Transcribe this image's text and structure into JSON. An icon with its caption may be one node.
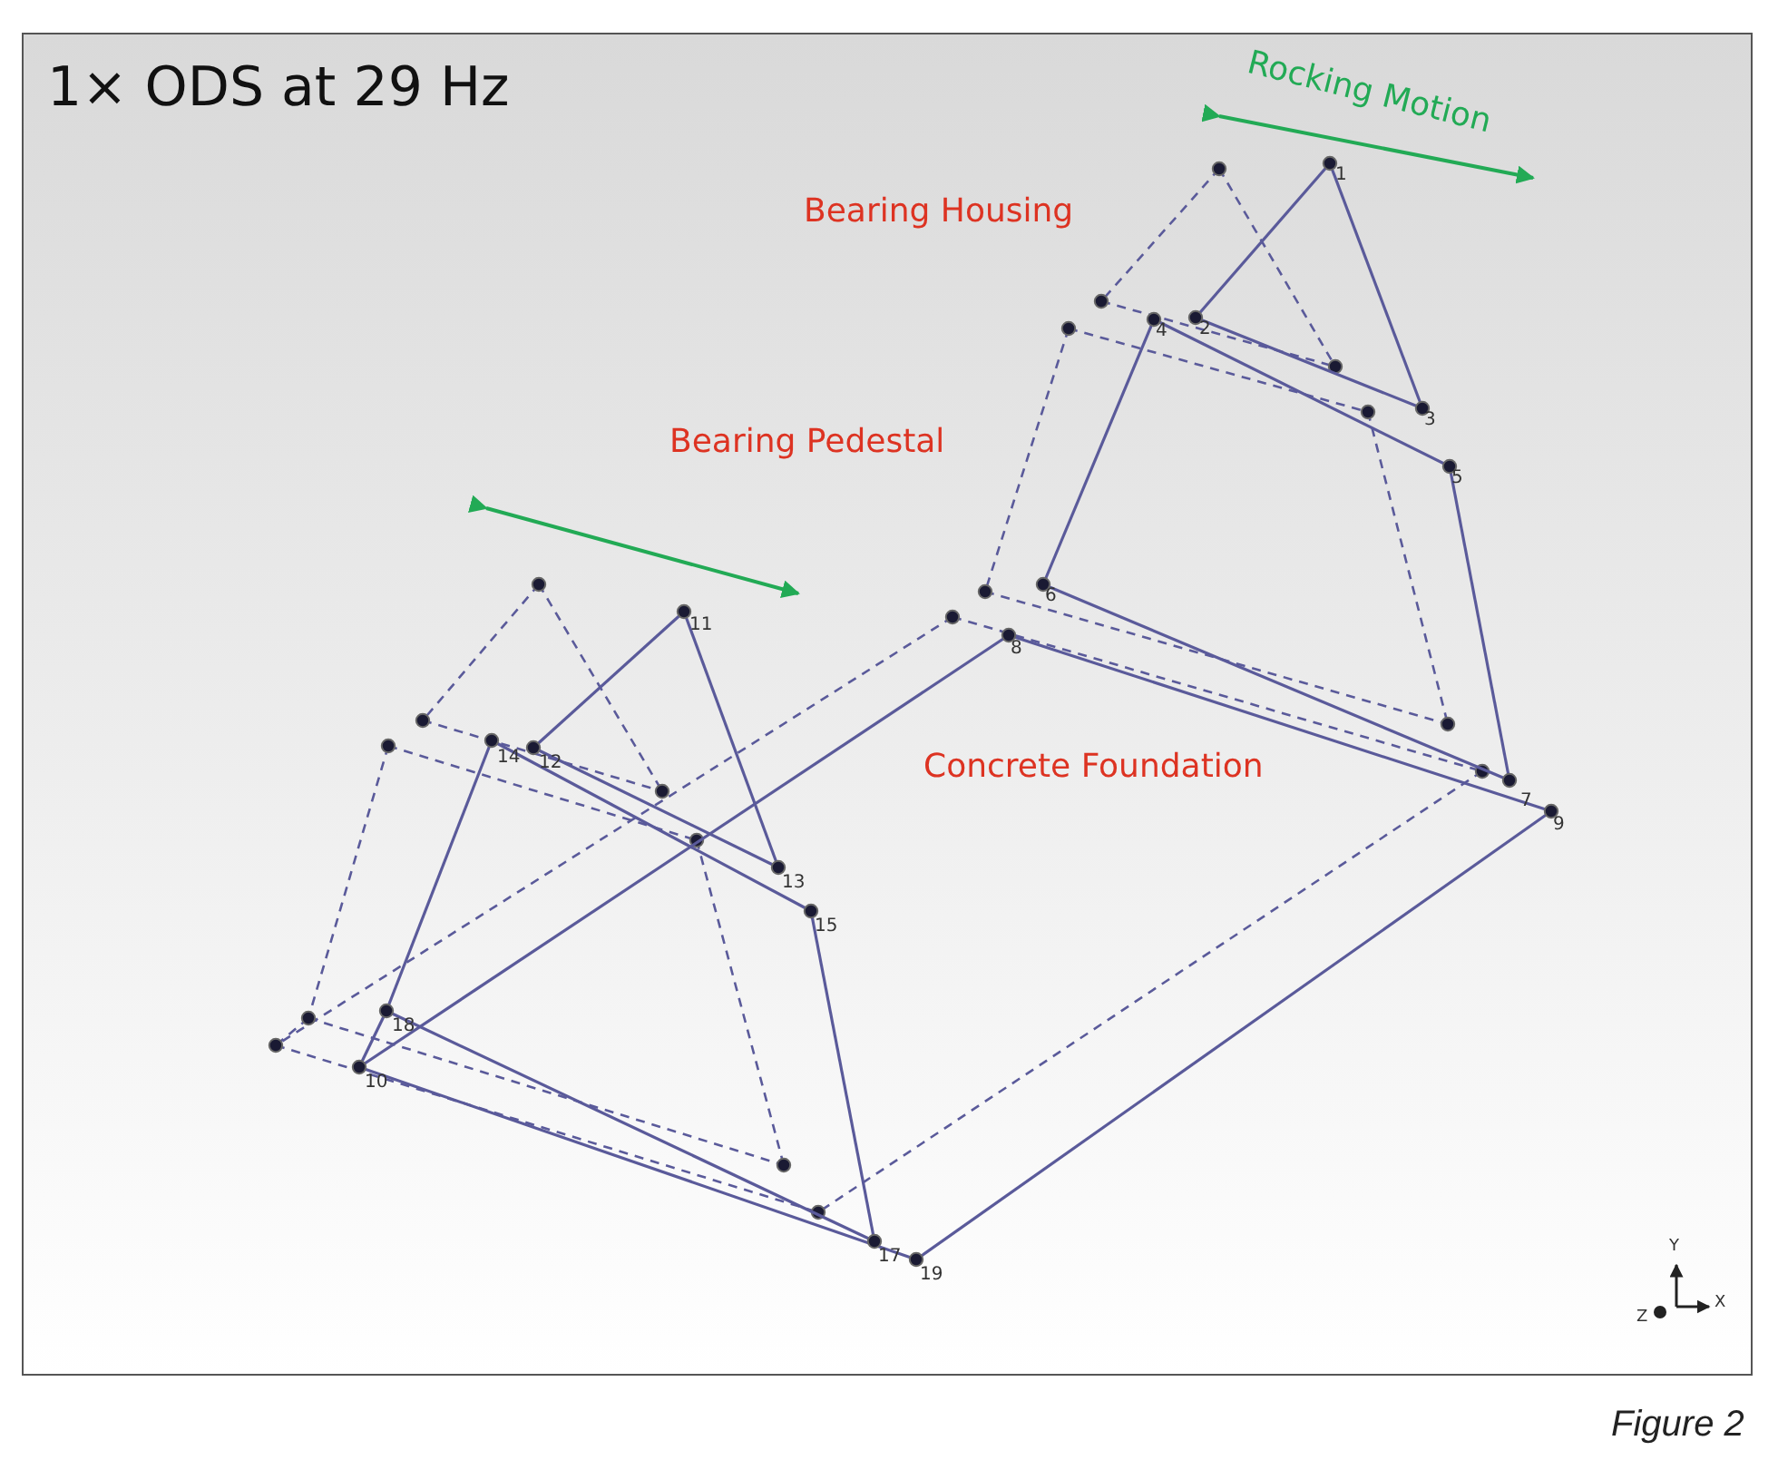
{
  "diagram": {
    "title": "1× ODS at 29 Hz",
    "caption": "Figure 2",
    "labels": [
      "Rocking Motion",
      "Bearing Housing",
      "1",
      "2",
      "4",
      "3",
      "Bearing Pedestal",
      "5",
      "11",
      "6",
      "8",
      "14",
      "12",
      "Concrete Foundation",
      "7",
      "9",
      "13",
      "15",
      "18",
      "10",
      "17",
      "19",
      "Y",
      "Z",
      "X"
    ]
  }
}
